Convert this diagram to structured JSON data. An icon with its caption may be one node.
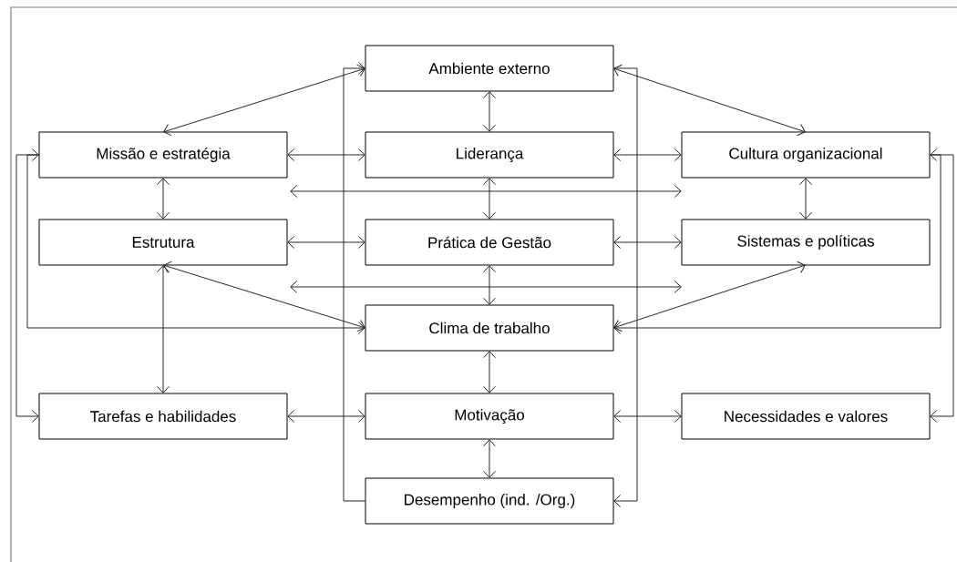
{
  "diagram": {
    "nodes": [
      {
        "text": [
          "Ambiente externo"
        ]
      },
      {
        "text": [
          "Missão e estratégia"
        ]
      },
      {
        "text": [
          "Liderança"
        ]
      },
      {
        "text": [
          "Cultura organizacional"
        ]
      },
      {
        "text": [
          "Estrutura"
        ]
      },
      {
        "text": [
          "Prática de Gestão"
        ]
      },
      {
        "text": [
          "Sistemas e políticas"
        ]
      },
      {
        "text": [
          "Clima de trabalho"
        ]
      },
      {
        "text": [
          "Tarefas e habilidades"
        ]
      },
      {
        "text": [
          "Motivação"
        ]
      },
      {
        "text": [
          "Necessidades  e valores"
        ]
      },
      {
        "text": [
          "Desempenho (ind. /Org.)"
        ]
      }
    ],
    "edges": [
      {
        "from": 0,
        "to": 1,
        "arrow": "both"
      },
      {
        "from": 0,
        "to": 2,
        "arrow": "both"
      },
      {
        "from": 0,
        "to": 3,
        "arrow": "both"
      },
      {
        "from": 1,
        "to": 2,
        "arrow": "both"
      },
      {
        "from": 2,
        "to": 3,
        "arrow": "both"
      },
      {
        "from": 1,
        "to": 4,
        "arrow": "both"
      },
      {
        "from": 2,
        "to": 5,
        "arrow": "both"
      },
      {
        "from": 3,
        "to": 6,
        "arrow": "both"
      },
      {
        "from": 4,
        "to": 5,
        "arrow": "both"
      },
      {
        "from": 5,
        "to": 6,
        "arrow": "both"
      },
      {
        "from": 5,
        "to": 7,
        "arrow": "both"
      },
      {
        "from": 4,
        "to": 7,
        "arrow": "both"
      },
      {
        "from": 6,
        "to": 7,
        "arrow": "both"
      },
      {
        "from": 4,
        "to": 8,
        "arrow": "both"
      },
      {
        "from": 1,
        "to": 7,
        "arrow": "to"
      },
      {
        "from": 1,
        "to": 8,
        "arrow": "both"
      },
      {
        "from": 3,
        "to": 7,
        "arrow": "to"
      },
      {
        "from": 3,
        "to": 10,
        "arrow": "both"
      },
      {
        "from": 7,
        "to": 9,
        "arrow": "both"
      },
      {
        "from": 9,
        "to": 11,
        "arrow": "both"
      },
      {
        "from": 8,
        "to": 9,
        "arrow": "both"
      },
      {
        "from": 9,
        "to": 10,
        "arrow": "both"
      },
      {
        "from": 11,
        "to": 0,
        "arrow": "to"
      },
      {
        "from": 0,
        "to": 11,
        "arrow": "to"
      }
    ]
  }
}
